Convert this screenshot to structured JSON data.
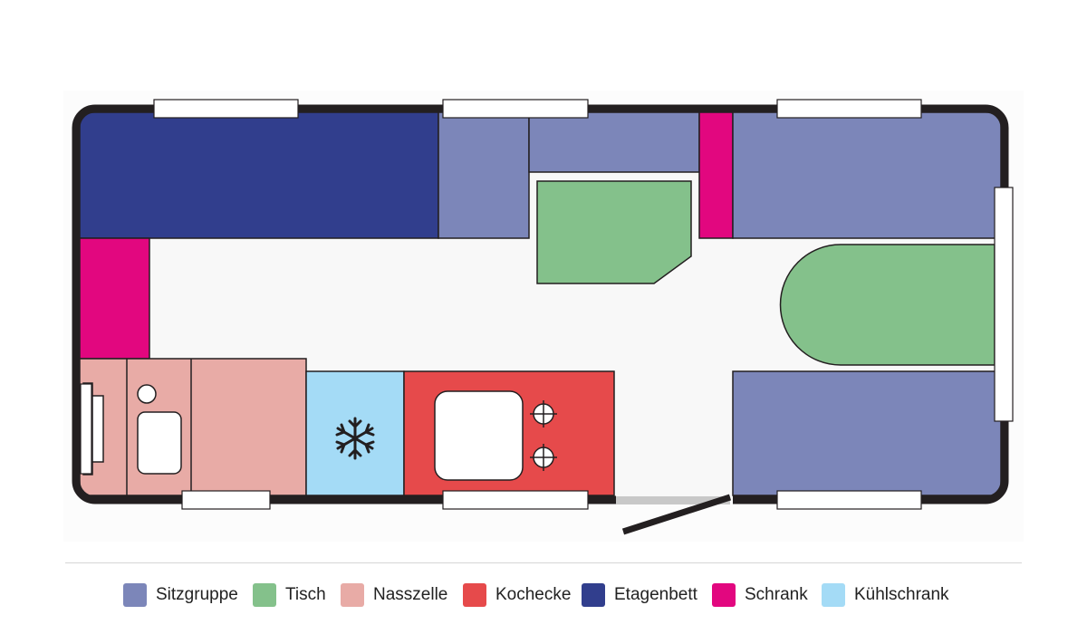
{
  "colors": {
    "sitzgruppe": "#7c86b9",
    "tisch": "#84c18b",
    "nasszelle": "#e8aba6",
    "kochecke": "#e64a4b",
    "etagenbett": "#313e8d",
    "schrank": "#e2077f",
    "kuehlschrank": "#a4dbf6",
    "wall": "#231f20",
    "floor": "#f8f8f8"
  },
  "fridge_icon": "snowflake-icon",
  "legend": [
    {
      "label": "Sitzgruppe",
      "color": "#7c86b9"
    },
    {
      "label": "Tisch",
      "color": "#84c18b"
    },
    {
      "label": "Nasszelle",
      "color": "#e8aba6"
    },
    {
      "label": "Kochecke",
      "color": "#e64a4b"
    },
    {
      "label": "Etagenbett",
      "color": "#313e8d"
    },
    {
      "label": "Schrank",
      "color": "#e2077f"
    },
    {
      "label": "Kühlschrank",
      "color": "#a4dbf6"
    }
  ]
}
